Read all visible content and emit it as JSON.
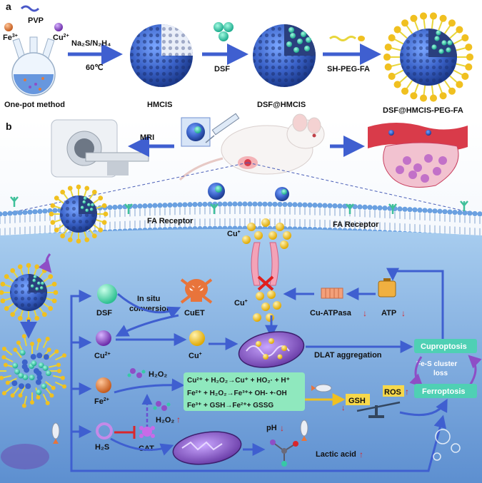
{
  "panel_a": {
    "label": "a",
    "reagents": {
      "pvp": "PVP",
      "fe": "Fe",
      "fe_sup": "3+",
      "cu": "Cu",
      "cu_sup": "2+"
    },
    "step1": {
      "reagent": "Na₂S/N₂H₄",
      "temp": "60℃"
    },
    "method": "One-pot method",
    "hmcis": "HMCIS",
    "dsf": "DSF",
    "dsf_hmcis": "DSF@HMCIS",
    "peg": "SH-PEG-FA",
    "final": "DSF@HMCIS-PEG-FA"
  },
  "panel_b": {
    "label": "b",
    "mri": "MRI",
    "fa_receptor_left": "FA Receptor",
    "fa_receptor_right": "FA Receptor",
    "cu_plus_top": "Cu",
    "cu_plus_sup": "+",
    "cu_plus_mid": "Cu",
    "in_situ_1": "In situ",
    "in_situ_2": "conversion",
    "dsf": "DSF",
    "cuet": "CuET",
    "cu_atpasa": "Cu-ATPasa",
    "atp": "ATP",
    "cu2": "Cu",
    "cu2_sup": "2+",
    "cu1": "Cu",
    "cu1_sup": "+",
    "dlat": "DLAT aggregation",
    "cuproptosis": "Cuproptosis",
    "fes_1": "Fe-S cluster",
    "fes_2": "loss",
    "ferroptosis": "Ferroptosis",
    "fe2": "Fe",
    "fe2_sup": "2+",
    "h2o2_top": "H₂O₂",
    "h2o2_bottom": "H₂O₂",
    "eq1": "Cu²⁺ + H₂O₂→Cu⁺ + HO₂· + H⁺",
    "eq2": "Fe²⁺ + H₂O₂→Fe³⁺+ OH- +·OH",
    "eq3": "Fe³⁺ + GSH→Fe²⁺+ GSSG",
    "gsh": "GSH",
    "ros": "ROS",
    "h2s": "H₂S",
    "cat": "CAT",
    "ph": "pH",
    "lactic": "Lactic acid",
    "up_arrow": "↑",
    "down_arrow": "↓"
  },
  "colors": {
    "nano_blue": "#3b63c9",
    "nano_dark": "#1f3f95",
    "cluster_teal": "#36c9a6",
    "arrow_blue": "#3f5fd0",
    "cell_blue": "#6f9fdc",
    "cyto_blue": "#7fb0e3",
    "membrane_head": "#6aa0e0",
    "gold": "#f1c232",
    "purple": "#8e4ec6",
    "fe_orange": "#e07a3c",
    "eq_box": "#7fe0b0",
    "death_box": "#4fd0b4",
    "red": "#d9262b",
    "tumor": "#d93b4a"
  }
}
